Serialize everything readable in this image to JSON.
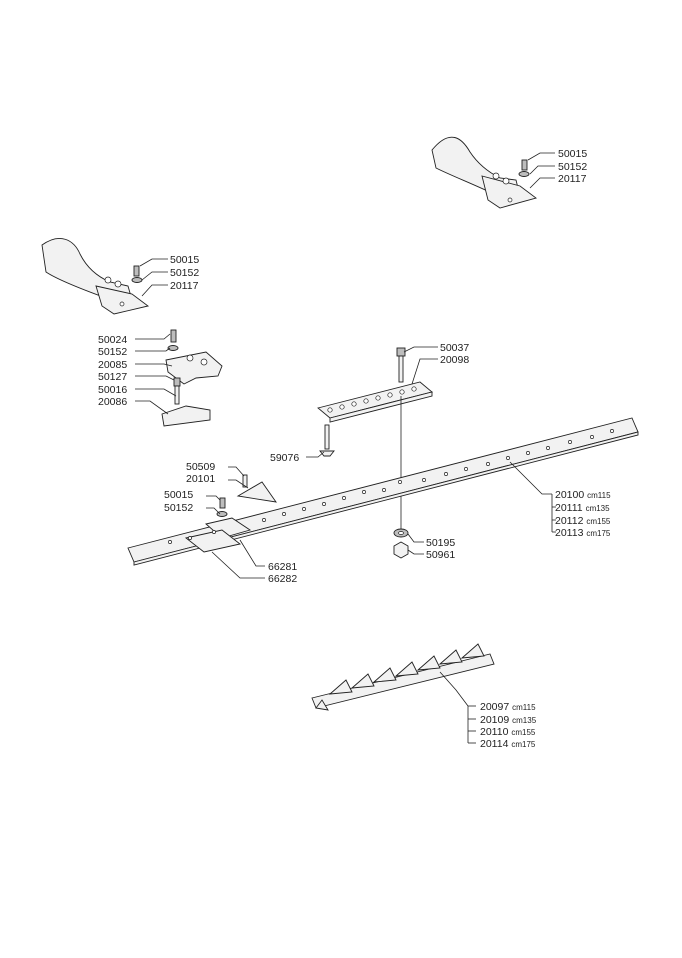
{
  "labels": {
    "top_right": [
      "50015",
      "50152",
      "20117"
    ],
    "top_left": [
      "50015",
      "50152",
      "20117"
    ],
    "bracket": [
      "50024",
      "50152",
      "20085",
      "50127",
      "50016",
      "20086"
    ],
    "bar_clamp": [
      "50037",
      "20098"
    ],
    "bolt_59076": "59076",
    "knife_guide": [
      "50509",
      "20101",
      "50015",
      "50152"
    ],
    "end_plate": [
      "66281",
      "66282"
    ],
    "nut": [
      "50195",
      "50961"
    ],
    "cutter_bar": [
      {
        "code": "20100",
        "size": "cm115"
      },
      {
        "code": "20111",
        "size": "cm135"
      },
      {
        "code": "20112",
        "size": "cm155"
      },
      {
        "code": "20113",
        "size": "cm175"
      }
    ],
    "knife": [
      {
        "code": "20097",
        "size": "cm115"
      },
      {
        "code": "20109",
        "size": "cm135"
      },
      {
        "code": "20110",
        "size": "cm155"
      },
      {
        "code": "20114",
        "size": "cm175"
      }
    ]
  }
}
